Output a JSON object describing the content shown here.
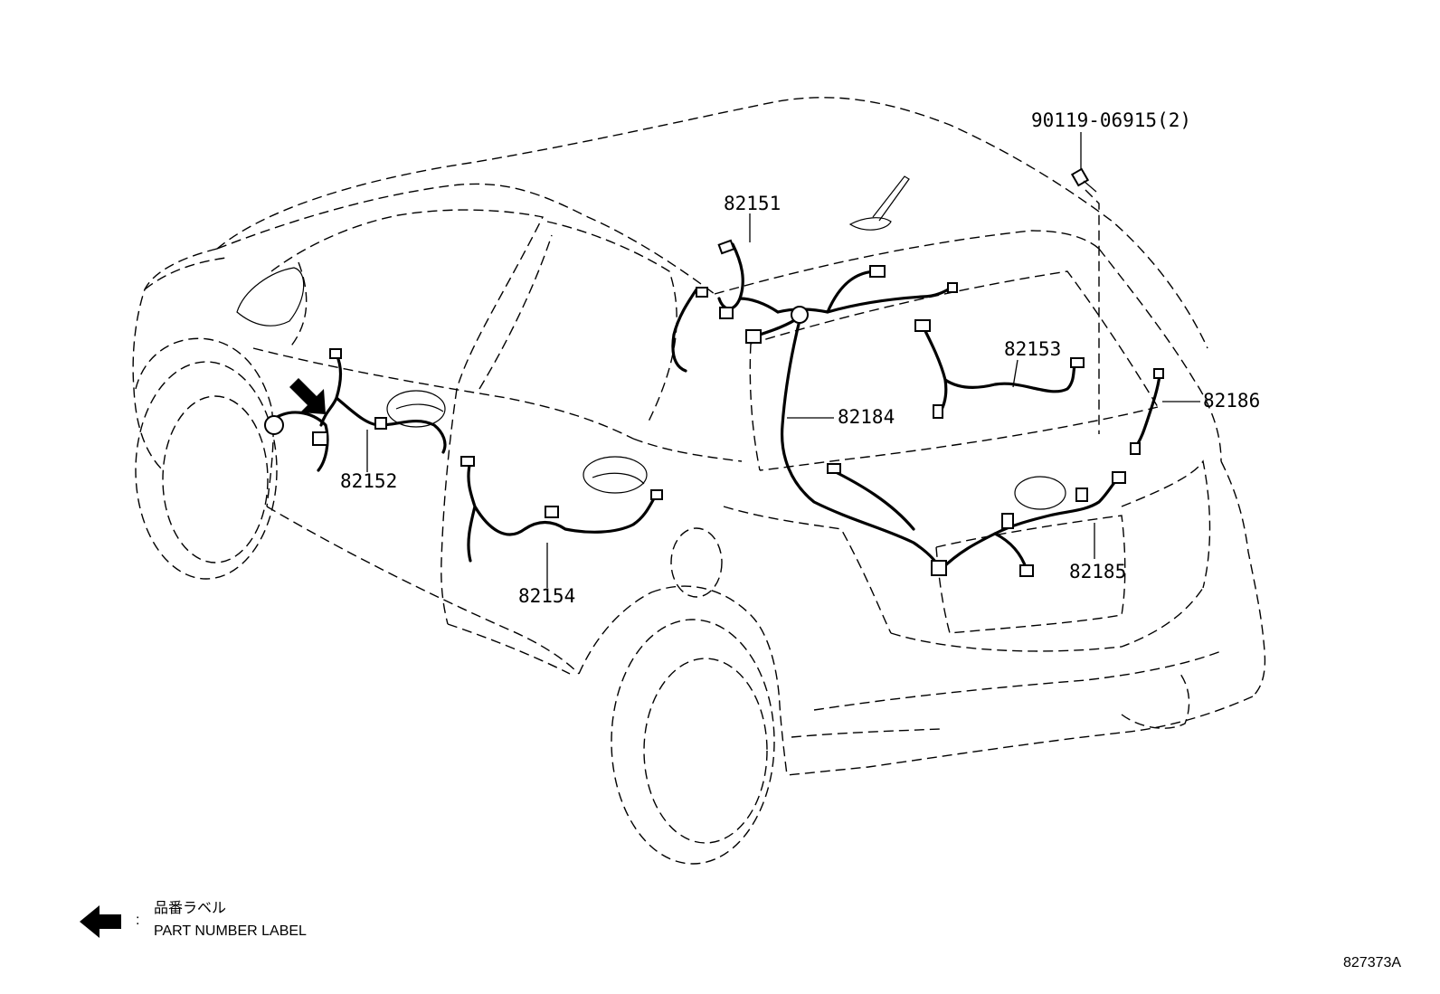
{
  "callouts": {
    "bolt": "90119-06915(2)",
    "p82151": "82151",
    "p82152": "82152",
    "p82153": "82153",
    "p82154": "82154",
    "p82184": "82184",
    "p82185": "82185",
    "p82186": "82186"
  },
  "legend": {
    "label_jp": "品番ラベル",
    "separator": ":",
    "label_en": "PART NUMBER LABEL"
  },
  "reference_code": "827373A",
  "icons": {
    "legend_arrow": "arrow-left-icon",
    "label_pointer": "arrow-down-right-icon"
  }
}
